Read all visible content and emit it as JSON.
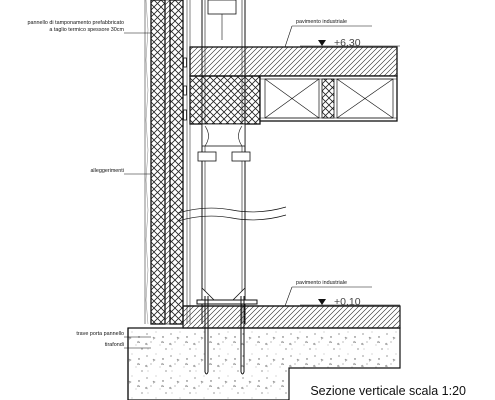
{
  "annotations": {
    "alleggerimenti": "alleggerimenti",
    "pannello_line1": "pannello di tamponamento prefabbricato",
    "pannello_line2": "a taglio termico spessore 30cm",
    "pavimento_top": "pavimento industriale",
    "pavimento_bottom": "pavimento industriale",
    "trave_porta_pannello": "trave porta pannello",
    "tirafondi": "tirafondi"
  },
  "levels": {
    "top": "+6.30",
    "bottom": "+0.10"
  },
  "title": "Sezione verticale scala 1:20"
}
